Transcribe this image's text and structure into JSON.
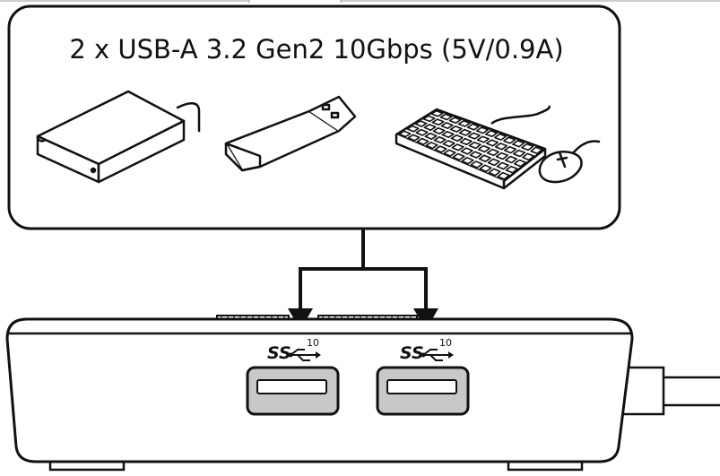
{
  "callout": {
    "title": "2 x USB-A 3.2 Gen2 10Gbps (5V/0.9A)",
    "devices": [
      {
        "name": "External hard drive",
        "icon": "external-hdd-icon"
      },
      {
        "name": "USB flash drive",
        "icon": "usb-flash-drive-icon"
      },
      {
        "name": "Keyboard",
        "icon": "keyboard-icon"
      },
      {
        "name": "Mouse",
        "icon": "mouse-icon"
      }
    ]
  },
  "ports": [
    {
      "logo_text": "SS",
      "speed": "10",
      "icon": "usb-superspeed-icon"
    },
    {
      "logo_text": "SS",
      "speed": "10",
      "icon": "usb-superspeed-icon"
    }
  ],
  "colors": {
    "line": "#111111",
    "port_fill": "#c8c8c8",
    "background": "#ffffff"
  }
}
